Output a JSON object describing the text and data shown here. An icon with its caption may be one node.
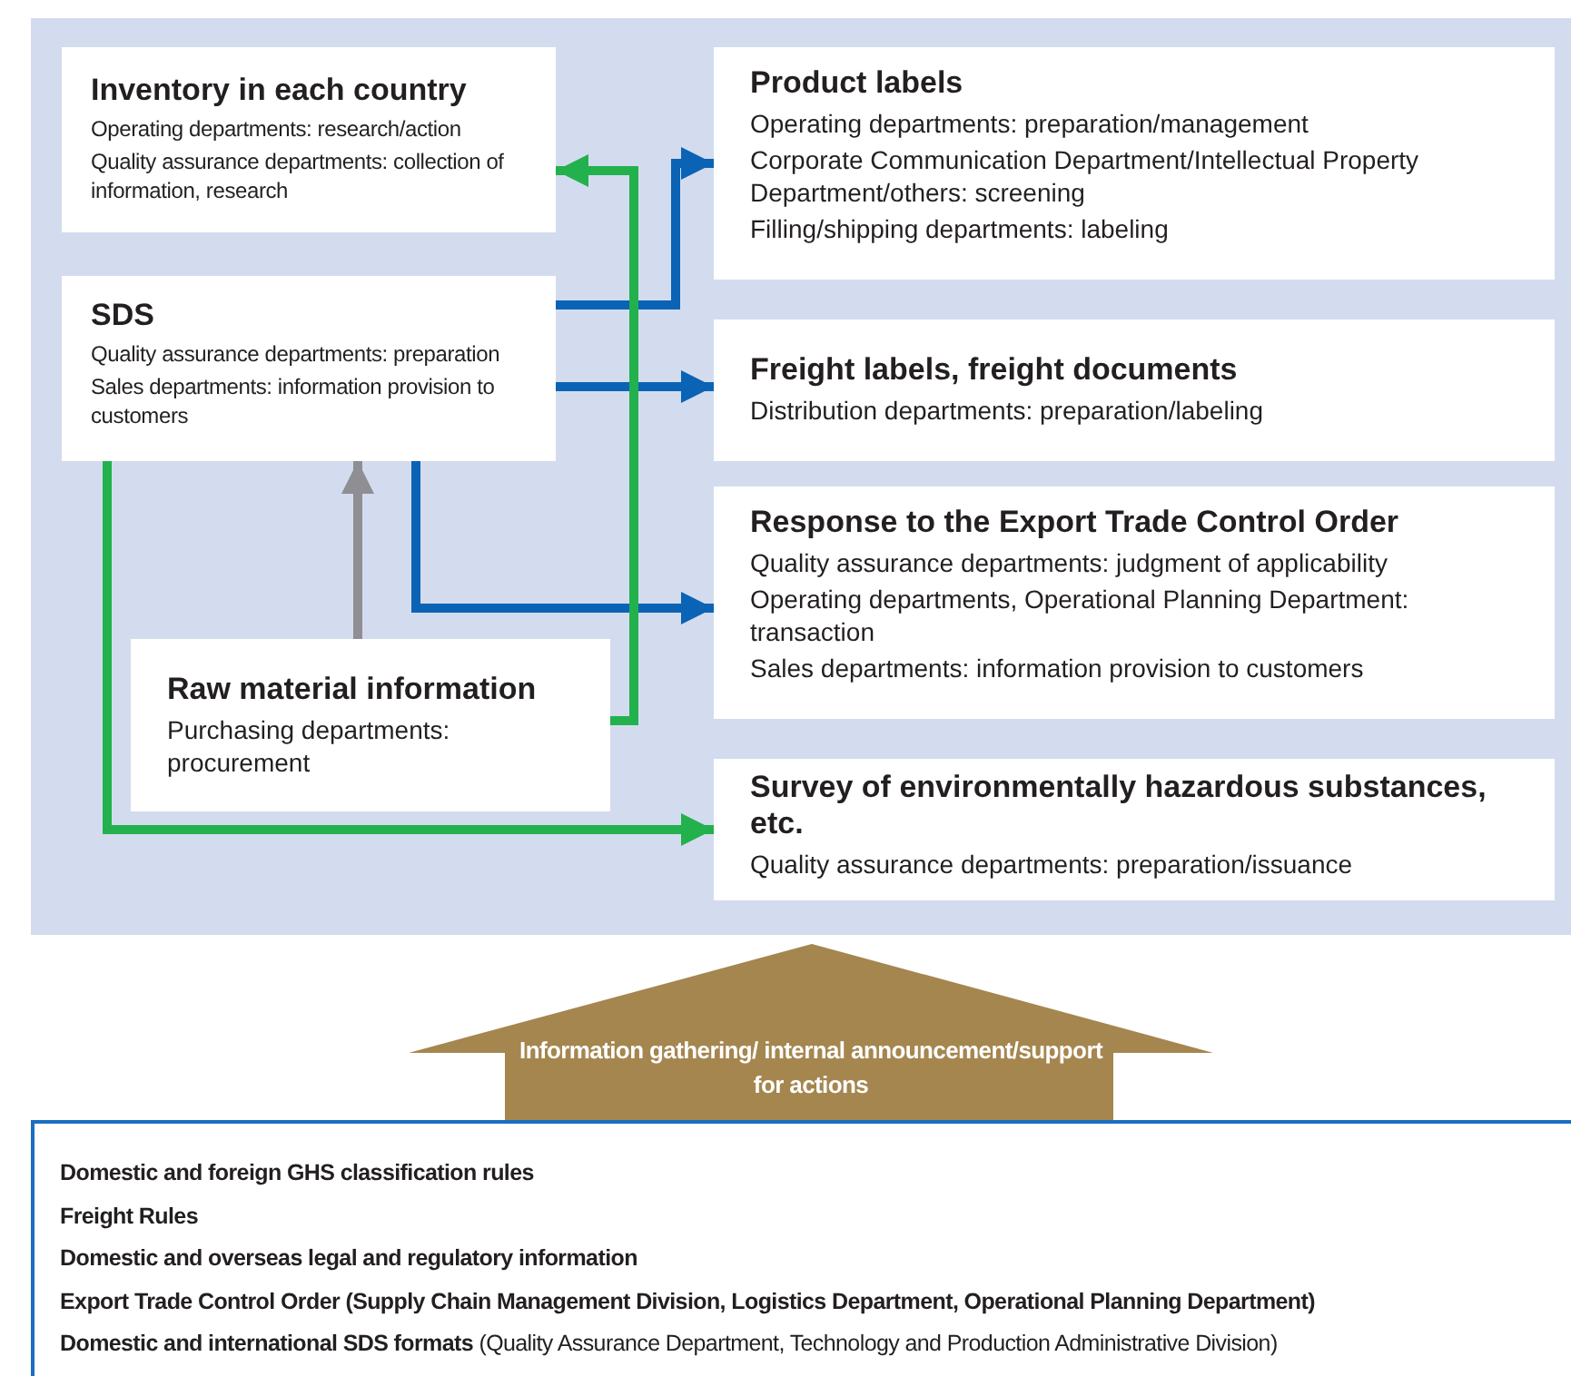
{
  "diagram": {
    "nodes": [
      {
        "text": [
          "Inventory in each country",
          "Operating departments: research/action",
          "Quality assurance departments: collection of information, research"
        ]
      },
      {
        "text": [
          "Product labels",
          "Operating departments: preparation/management",
          "Corporate Communication Department/Intellectual Property Department/others: screening",
          "Filling/shipping departments: labeling"
        ]
      },
      {
        "text": [
          "SDS",
          "Quality assurance departments: preparation",
          "Sales departments: information provision to customers"
        ]
      },
      {
        "text": [
          "Freight labels, freight documents",
          "Distribution departments: preparation/labeling"
        ]
      },
      {
        "text": [
          "Response to the Export Trade Control Order",
          "Quality assurance departments: judgment of applicability",
          "Operating departments, Operational Planning Department: transaction",
          "Sales departments: information provision to customers"
        ]
      },
      {
        "text": [
          "Raw material information",
          "Purchasing departments: procurement"
        ]
      },
      {
        "text": [
          "Survey of environmentally hazardous substances, etc.",
          "Quality assurance departments: preparation/issuance"
        ]
      },
      {
        "text": [
          "Information gathering/ internal announcement/support for actions"
        ]
      },
      {
        "text": [
          "Domestic and foreign GHS classification rules",
          "Freight Rules",
          "Domestic and overseas legal and regulatory information",
          "Export Trade Control Order (Supply Chain Management Division, Logistics Department, Operational Planning Department)",
          "**Domestic and international SDS formats** (Quality Assurance Department, Technology and Production Administrative Division)"
        ]
      }
    ],
    "edges": [
      {
        "from": 2,
        "to": 1,
        "arrow": "to"
      },
      {
        "from": 2,
        "to": 3,
        "arrow": "to"
      },
      {
        "from": 2,
        "to": 4,
        "arrow": "to"
      },
      {
        "from": 5,
        "to": 2,
        "arrow": "to",
        "color": "#8e8e93"
      },
      {
        "from": 5,
        "to": 0,
        "arrow": "to",
        "color": "#22b14c"
      },
      {
        "from": 2,
        "to": 6,
        "arrow": "to",
        "color": "#22b14c"
      }
    ]
  }
}
